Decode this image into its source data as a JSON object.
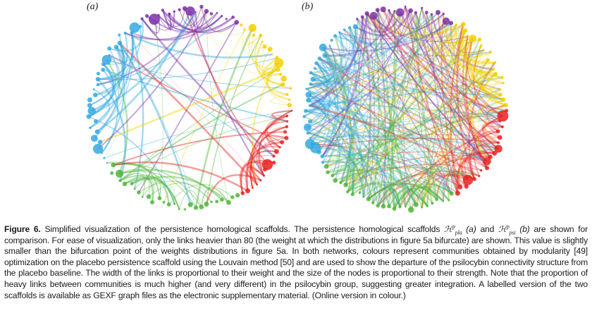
{
  "panels": [
    {
      "label": "(a)",
      "id": "a"
    },
    {
      "label": "(b)",
      "id": "b"
    }
  ],
  "caption": {
    "figure_number": "Figure 6.",
    "text_1": "Simplified visualization of the persistence homological scaffolds. The persistence homological scaffolds",
    "symbol": "ℋ",
    "sup": "p",
    "sub_pla": "pla",
    "sub_psi": "psi",
    "label_a": "(a)",
    "and": "and",
    "label_b": "(b)",
    "text_2": "are shown for comparison. For ease of visualization, only the links heavier than 80 (the weight at which the distributions in figure 5a bifurcate) are shown. This value is slightly smaller than the bifurcation point of the weights distributions in figure 5a. In both networks, colours represent communities obtained by modularity [49] optimization on the placebo persistence scaffold using the Louvain method [50] and are used to show the departure of the psilocybin connectivity structure from the placebo baseline. The width of the links is proportional to their weight and the size of the nodes is proportional to their strength. Note that the proportion of heavy links between communities is much higher (and very different) in the psilocybin group, suggesting greater integration. A labelled version of the two scaffolds is available as GEXF graph files as the electronic supplementary material. (Online version in colour.)"
  },
  "communities": [
    {
      "name": "purple",
      "color": "#7b2fa8"
    },
    {
      "name": "yellow",
      "color": "#f5d000"
    },
    {
      "name": "red",
      "color": "#e8211e"
    },
    {
      "name": "green",
      "color": "#4fb53a"
    },
    {
      "name": "cyan",
      "color": "#35a9e0"
    }
  ]
}
